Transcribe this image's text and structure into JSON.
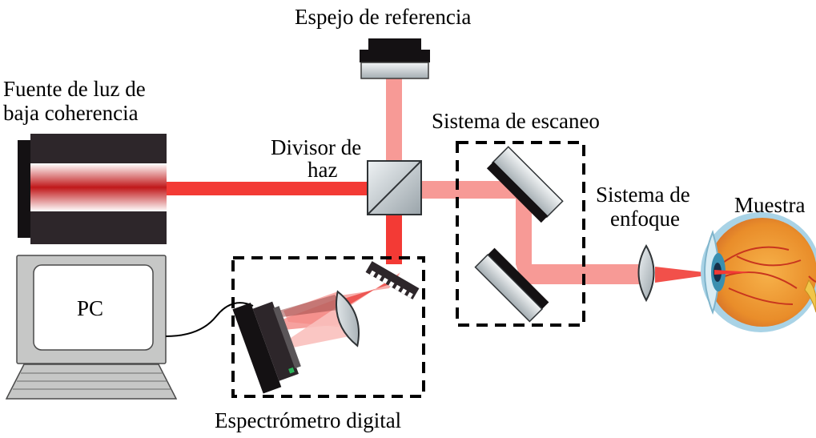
{
  "labels": {
    "reference_mirror": "Espejo de referencia",
    "light_source_line1": "Fuente de luz de",
    "light_source_line2": "baja coherencia",
    "beam_splitter_line1": "Divisor de",
    "beam_splitter_line2": "haz",
    "scanning_system": "Sistema de escaneo",
    "focus_system_line1": "Sistema de",
    "focus_system_line2": "enfoque",
    "sample": "Muestra",
    "pc": "PC",
    "spectrometer": "Espectrómetro digital"
  },
  "colors": {
    "beam_strong": "#f33a35",
    "beam_light": "#f79a96",
    "dark_body": "#2d262a",
    "optic_gray": "#b4bcc0",
    "pc_gray": "#c6c7c6"
  }
}
